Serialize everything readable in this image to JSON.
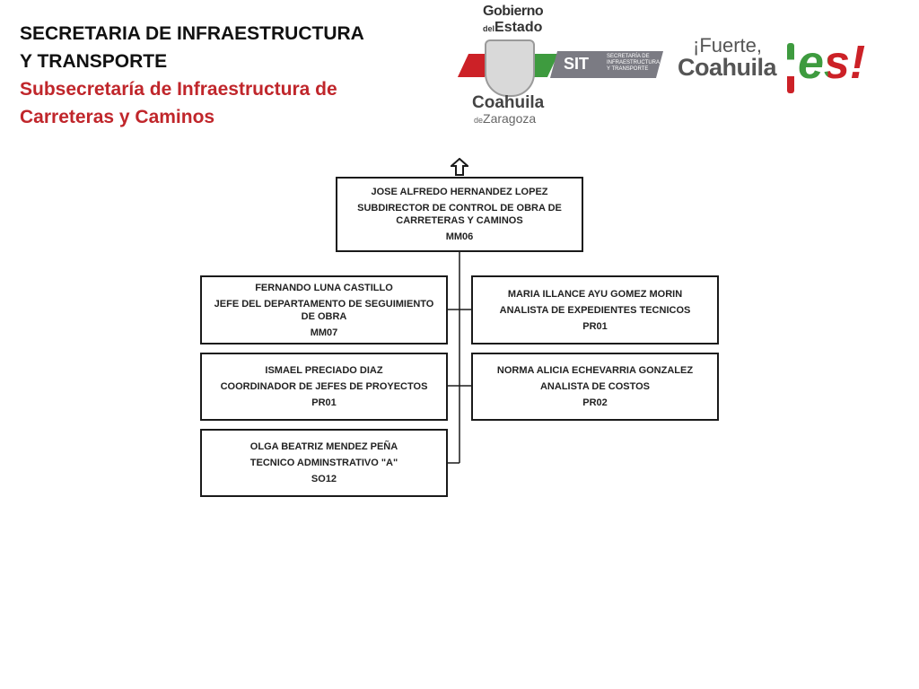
{
  "header": {
    "line1": "SECRETARIA DE INFRAESTRUCTURA",
    "line2": "Y TRANSPORTE",
    "line3": "Subsecretaría de Infraestructura de",
    "line4": "Carreteras y Caminos"
  },
  "logos": {
    "gov_line1": "Gobierno",
    "gov_del": "del",
    "gov_line2": "Estado",
    "gov_line3": "Coahuila",
    "gov_de": "de",
    "gov_line4": "Zaragoza",
    "sit_label": "SIT",
    "sit_sub": "SECRETARÍA DE INFRAESTRUCTURA Y TRANSPORTE",
    "fuerte_line1": "¡Fuerte,",
    "fuerte_line2": "Coahuila",
    "fuerte_line3": "es!",
    "colors": {
      "red": "#cc2127",
      "green": "#3e9b3f",
      "gray": "#7b7b83"
    }
  },
  "org": {
    "head": {
      "name": "JOSE ALFREDO HERNANDEZ LOPEZ",
      "title": "SUBDIRECTOR DE CONTROL DE OBRA DE CARRETERAS Y CAMINOS",
      "code": "MM06"
    },
    "left": [
      {
        "name": "FERNANDO LUNA CASTILLO",
        "title": "JEFE DEL DEPARTAMENTO DE SEGUIMIENTO DE OBRA",
        "code": "MM07"
      },
      {
        "name": "ISMAEL PRECIADO DIAZ",
        "title": "COORDINADOR DE JEFES DE PROYECTOS",
        "code": "PR01"
      },
      {
        "name": "OLGA BEATRIZ MENDEZ PEÑA",
        "title": "TECNICO ADMINSTRATIVO \"A\"",
        "code": "SO12"
      }
    ],
    "right": [
      {
        "name": "MARIA ILLANCE AYU GOMEZ MORIN",
        "title": "ANALISTA DE EXPEDIENTES TECNICOS",
        "code": "PR01"
      },
      {
        "name": "NORMA ALICIA ECHEVARRIA GONZALEZ",
        "title": "ANALISTA DE COSTOS",
        "code": "PR02"
      }
    ]
  }
}
